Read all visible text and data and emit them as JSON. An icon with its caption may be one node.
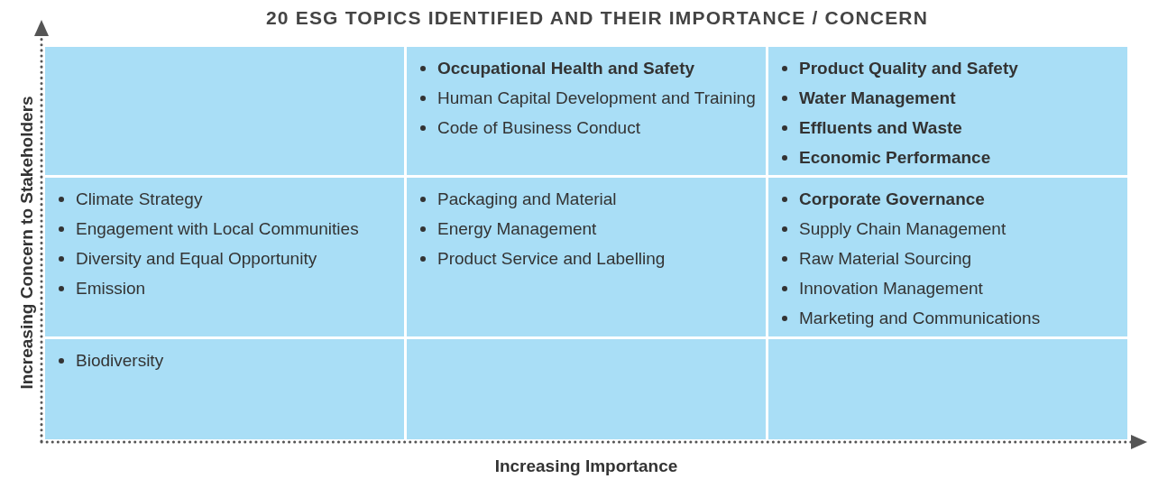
{
  "diagram": {
    "title": "20 ESG TOPICS IDENTIFIED AND THEIR IMPORTANCE / CONCERN",
    "nodes": [
      {
        "text": [],
        "shape": "box"
      },
      {
        "text": [
          "**Occupational Health and Safety**",
          "Human Capital Development and Training",
          "Code of Business Conduct"
        ]
      },
      {
        "text": [
          "**Product Quality and Safety**",
          "**Water Management**",
          "**Effluents and Waste**",
          "**Economic Performance**"
        ]
      },
      {
        "text": [
          "Climate Strategy",
          "Engagement with Local Communities",
          "Diversity and Equal Opportunity",
          "Emission"
        ]
      },
      {
        "text": [
          "Packaging and Material",
          "Energy Management",
          "Product Service and Labelling"
        ]
      },
      {
        "text": [
          "**Corporate Governance**",
          "Supply Chain Management",
          "Raw Material Sourcing",
          "Innovation Management",
          "Marketing and Communications"
        ]
      },
      {
        "text": [
          "Biodiversity"
        ]
      },
      {
        "text": [],
        "shape": "box"
      },
      {
        "text": [],
        "shape": "box"
      }
    ],
    "labels": [
      "Increasing Concern to Stakeholders",
      "Increasing Importance"
    ]
  }
}
